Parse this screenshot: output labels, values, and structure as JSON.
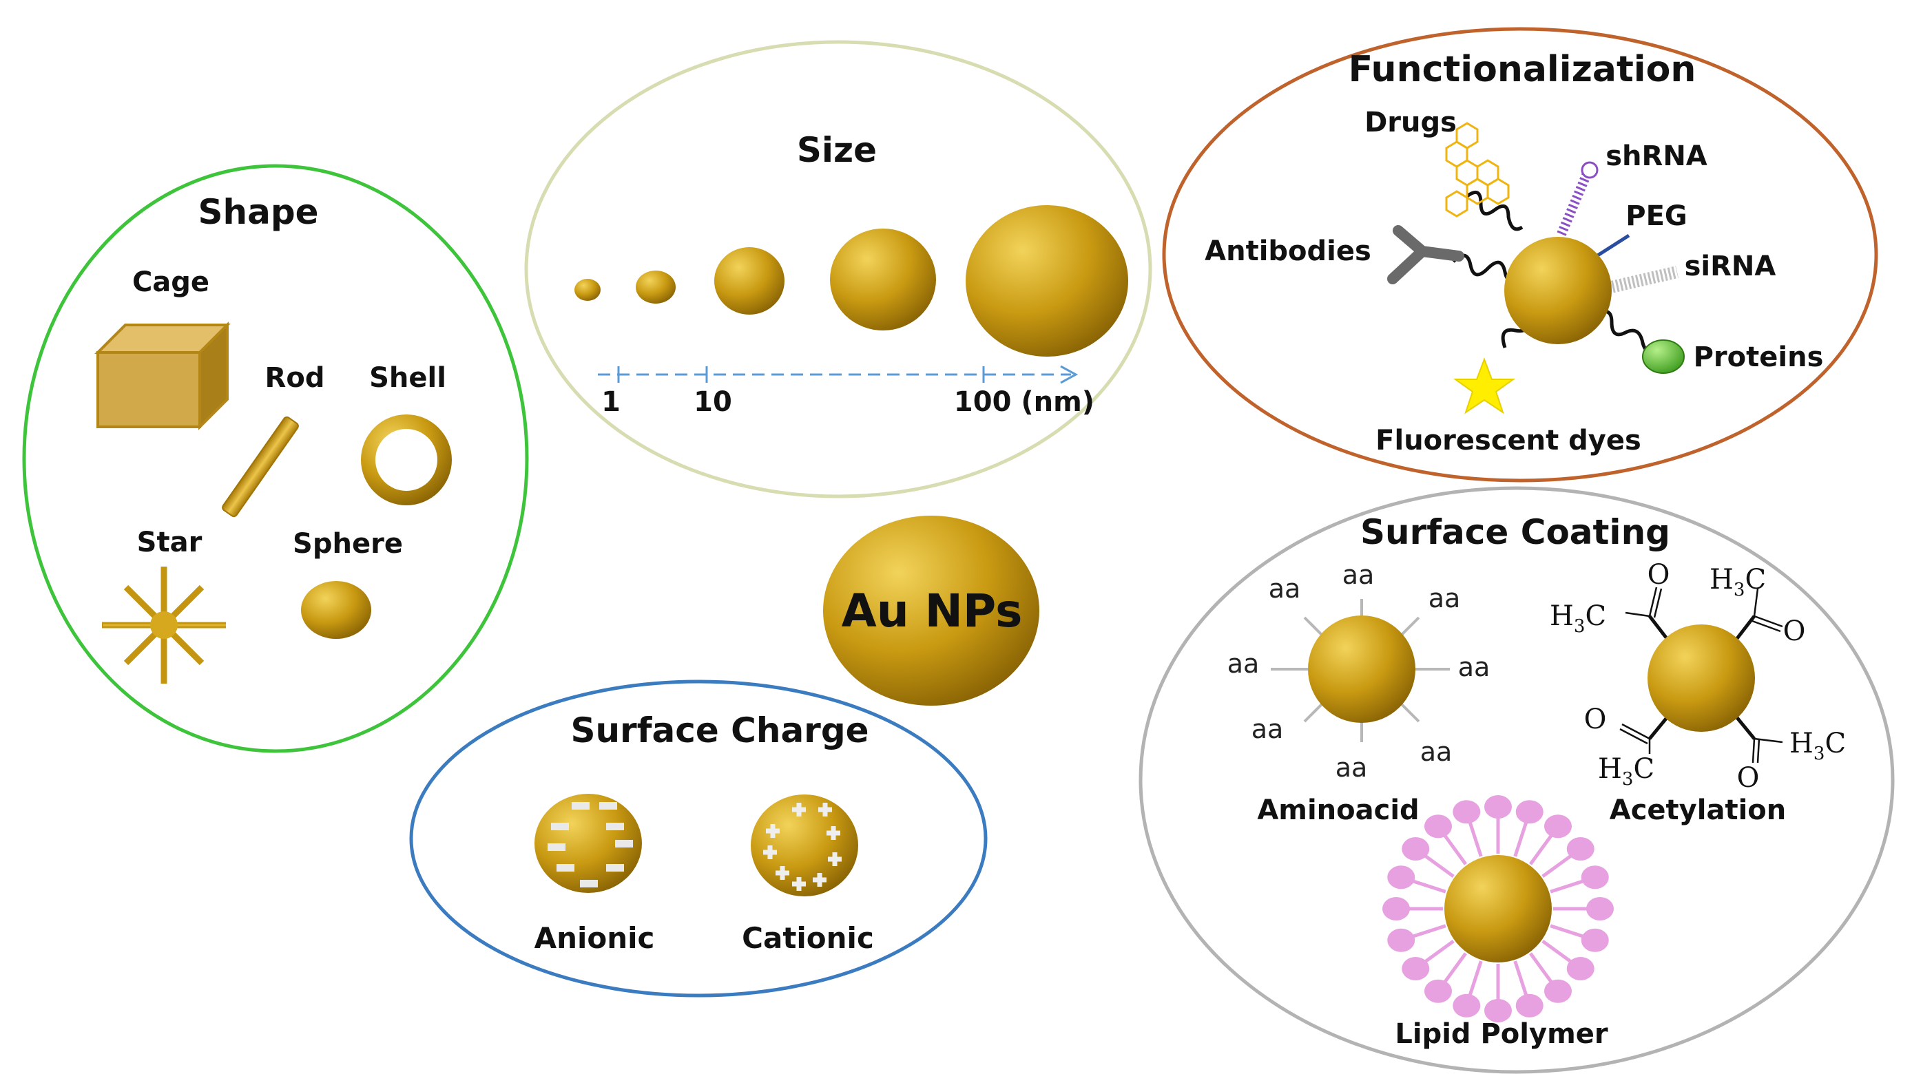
{
  "center": {
    "label": "Au NPs"
  },
  "shape": {
    "title": "Shape",
    "items": {
      "cage": "Cage",
      "rod": "Rod",
      "shell": "Shell",
      "star": "Star",
      "sphere": "Sphere"
    }
  },
  "size": {
    "title": "Size",
    "scale": {
      "t1": "1",
      "t10": "10",
      "t100": "100 (nm)"
    }
  },
  "charge": {
    "title": "Surface Charge",
    "anionic": "Anionic",
    "cationic": "Cationic"
  },
  "functionalization": {
    "title": "Functionalization",
    "drugs": "Drugs",
    "shrna": "shRNA",
    "peg": "PEG",
    "antibodies": "Antibodies",
    "sirna": "siRNA",
    "proteins": "Proteins",
    "dyes": "Fluorescent dyes"
  },
  "coating": {
    "title": "Surface Coating",
    "aa": "aa",
    "aminoacid": "Aminoacid",
    "acetylation": "Acetylation",
    "lipid": "Lipid Polymer",
    "h3c": "H",
    "sub3": "3",
    "c": "C",
    "o": "O"
  },
  "colors": {
    "gold": "#c99a12",
    "shape_ring": "#3dc43a",
    "size_ring": "#d7dcb1",
    "charge_ring": "#3b7bc0",
    "func_ring": "#c0622b",
    "coating_ring": "#b3b3b3",
    "lipid": "#e7a0e0",
    "protein": "#6cc83c",
    "dye": "#ffee00"
  }
}
